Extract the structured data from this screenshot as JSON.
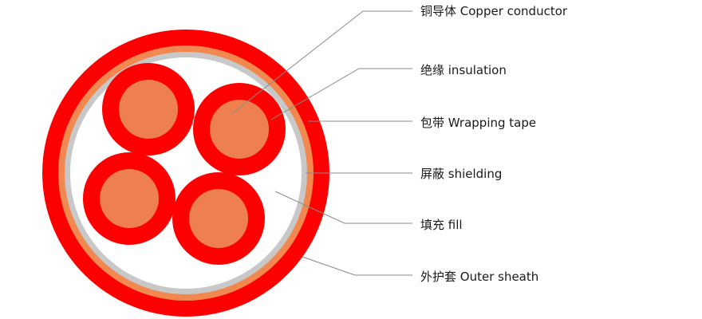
{
  "diagram": {
    "colors": {
      "sheath": "#ff0000",
      "wrapping_tape": "#f08850",
      "shielding": "#c8c8c8",
      "fill": "#ffffff",
      "insulation": "#ff0000",
      "conductor": "#ee8050",
      "leader": "#8a8a8a"
    },
    "labels": [
      {
        "id": "conductor",
        "text": "铜导体 Copper conductor"
      },
      {
        "id": "insulation",
        "text": "绝缘 insulation"
      },
      {
        "id": "wrapping",
        "text": "包带 Wrapping tape"
      },
      {
        "id": "shielding",
        "text": "屏蔽 shielding"
      },
      {
        "id": "fill",
        "text": "填充 fill"
      },
      {
        "id": "sheath",
        "text": "外护套 Outer sheath"
      }
    ]
  }
}
